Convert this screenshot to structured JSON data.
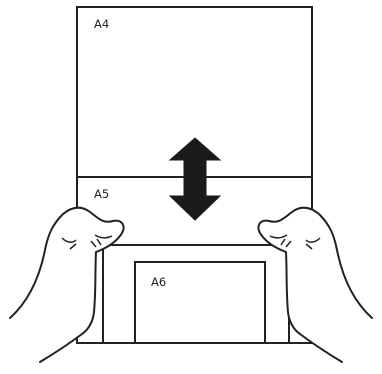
{
  "labels": {
    "a4": "A4",
    "a5": "A5",
    "a6": "A6"
  },
  "icons": {
    "arrow": "double-vertical-arrow",
    "hands": [
      "left-hand",
      "right-hand"
    ]
  },
  "colors": {
    "line": "#222222",
    "paper": "#ffffff",
    "arrow": "#1a1a1a"
  }
}
